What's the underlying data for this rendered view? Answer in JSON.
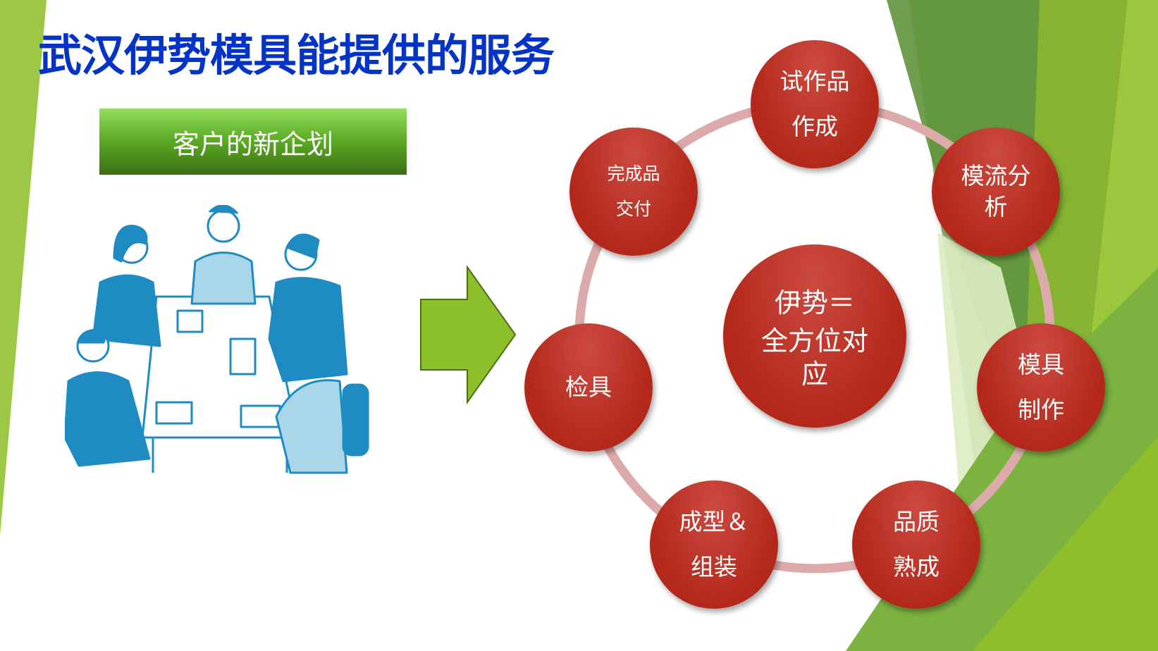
{
  "title": "武汉伊势模具能提供的服务",
  "client_box": {
    "label": "客户的新企划"
  },
  "center_node": {
    "line1": "伊势＝",
    "line2": "全方位对",
    "line3": "应"
  },
  "services": [
    {
      "line1": "试作品",
      "line2": "作成"
    },
    {
      "line1": "模流分",
      "line2": "析"
    },
    {
      "line1": "模具",
      "line2": "制作"
    },
    {
      "line1": "品质",
      "line2": "熟成"
    },
    {
      "line1": "成型＆",
      "line2": "组装"
    },
    {
      "line1": "检具",
      "line2": ""
    },
    {
      "line1": "完成品",
      "line2": "交付"
    }
  ],
  "colors": {
    "title": "#0433c8",
    "node": "#b3281b",
    "ring": "#dcaaaa",
    "arrow": "#8cc02a",
    "illustration": "#1e8bc3"
  }
}
